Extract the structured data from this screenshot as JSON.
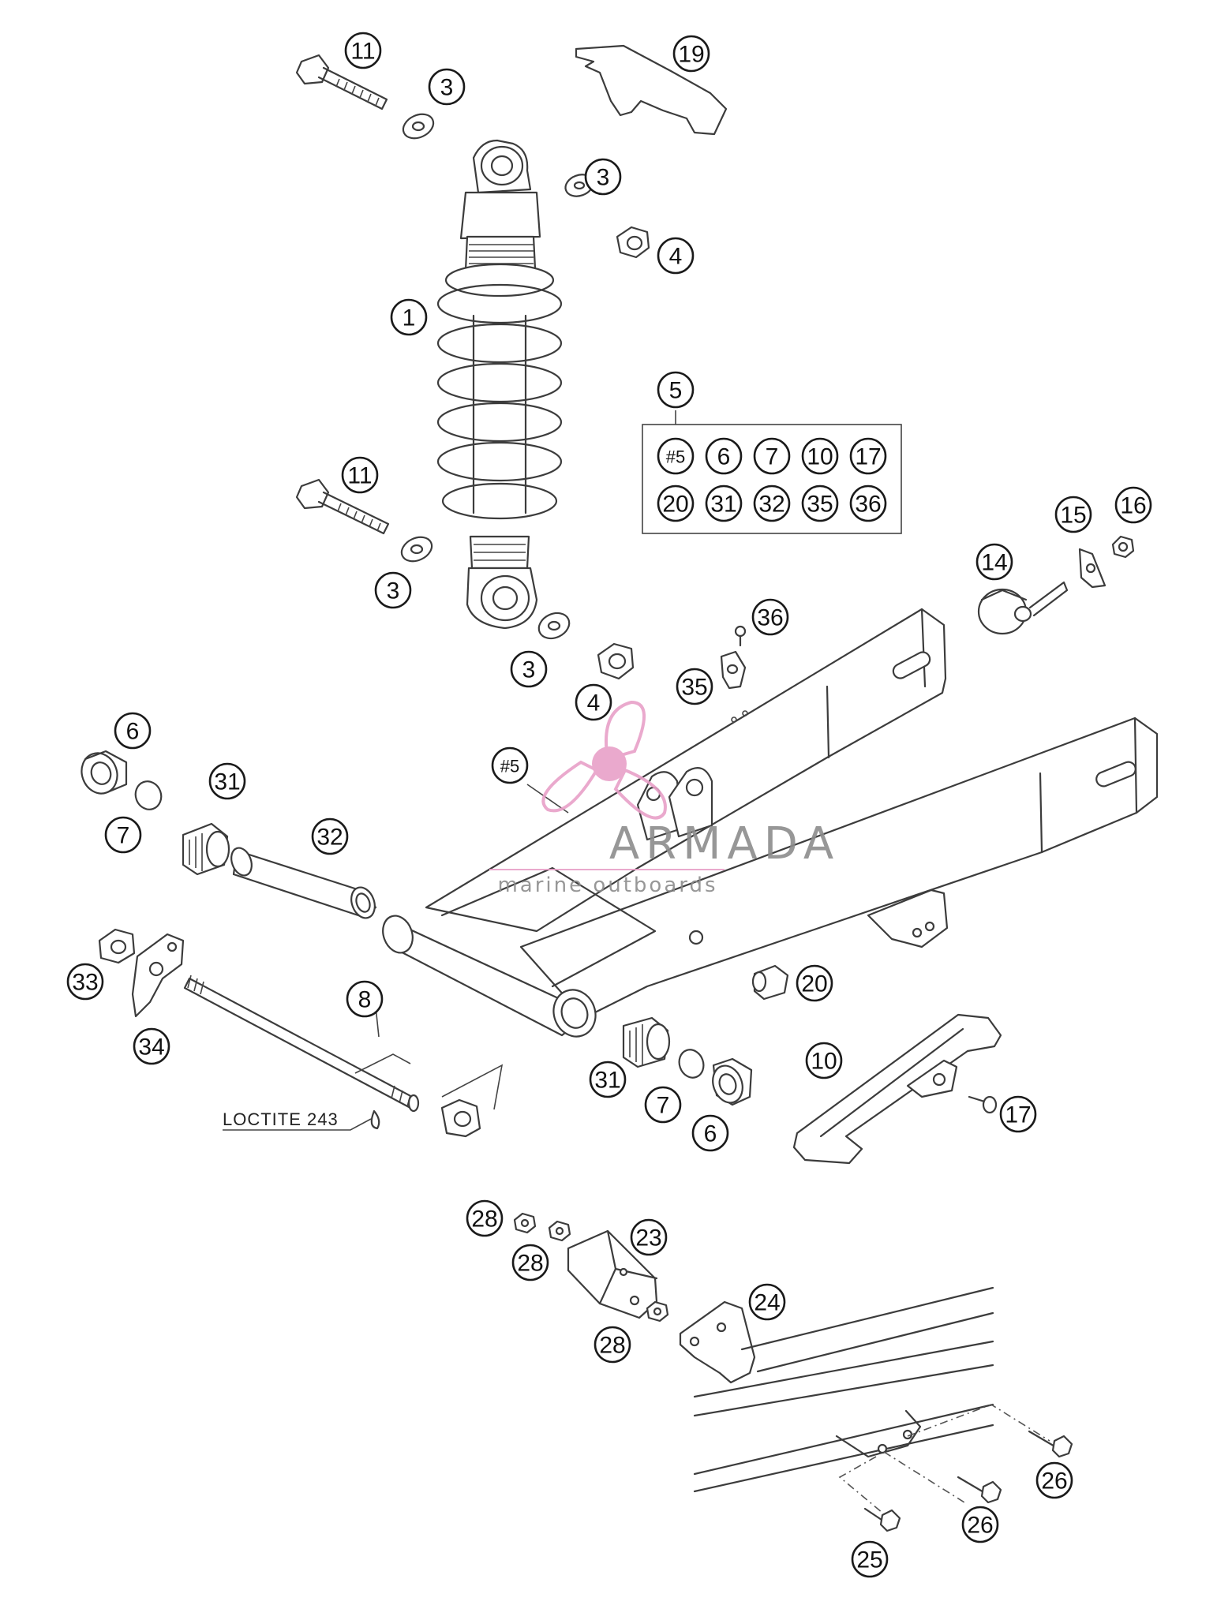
{
  "callouts": [
    {
      "id": "c-11a",
      "label": "11"
    },
    {
      "id": "c-3a",
      "label": "3"
    },
    {
      "id": "c-19",
      "label": "19"
    },
    {
      "id": "c-3b",
      "label": "3"
    },
    {
      "id": "c-4a",
      "label": "4"
    },
    {
      "id": "c-1",
      "label": "1"
    },
    {
      "id": "c-5",
      "label": "5"
    },
    {
      "id": "c-11b",
      "label": "11"
    },
    {
      "id": "c-3c",
      "label": "3"
    },
    {
      "id": "c-3d",
      "label": "3"
    },
    {
      "id": "c-4b",
      "label": "4"
    },
    {
      "id": "c-15",
      "label": "15"
    },
    {
      "id": "c-16",
      "label": "16"
    },
    {
      "id": "c-14",
      "label": "14"
    },
    {
      "id": "c-36",
      "label": "36"
    },
    {
      "id": "c-35",
      "label": "35"
    },
    {
      "id": "c-6a",
      "label": "6"
    },
    {
      "id": "c-31a",
      "label": "31"
    },
    {
      "id": "c-7a",
      "label": "7"
    },
    {
      "id": "c-32",
      "label": "32"
    },
    {
      "id": "c-h5",
      "label": "#5"
    },
    {
      "id": "c-33",
      "label": "33"
    },
    {
      "id": "c-34",
      "label": "34"
    },
    {
      "id": "c-8",
      "label": "8"
    },
    {
      "id": "c-20",
      "label": "20"
    },
    {
      "id": "c-10",
      "label": "10"
    },
    {
      "id": "c-31b",
      "label": "31"
    },
    {
      "id": "c-7b",
      "label": "7"
    },
    {
      "id": "c-6b",
      "label": "6"
    },
    {
      "id": "c-17",
      "label": "17"
    },
    {
      "id": "c-28a",
      "label": "28"
    },
    {
      "id": "c-28b",
      "label": "28"
    },
    {
      "id": "c-23",
      "label": "23"
    },
    {
      "id": "c-24",
      "label": "24"
    },
    {
      "id": "c-28c",
      "label": "28"
    },
    {
      "id": "c-26a",
      "label": "26"
    },
    {
      "id": "c-26b",
      "label": "26"
    },
    {
      "id": "c-25",
      "label": "25"
    }
  ],
  "kit_box": {
    "row1": [
      "#5",
      "6",
      "7",
      "10",
      "17"
    ],
    "row2": [
      "20",
      "31",
      "32",
      "35",
      "36"
    ]
  },
  "note": "LOCTITE 243",
  "watermark": {
    "brand": "ARMADA",
    "tagline": "marine outboards",
    "accent_color": "#e8a0c8"
  },
  "line_color": "#3c3c3c"
}
